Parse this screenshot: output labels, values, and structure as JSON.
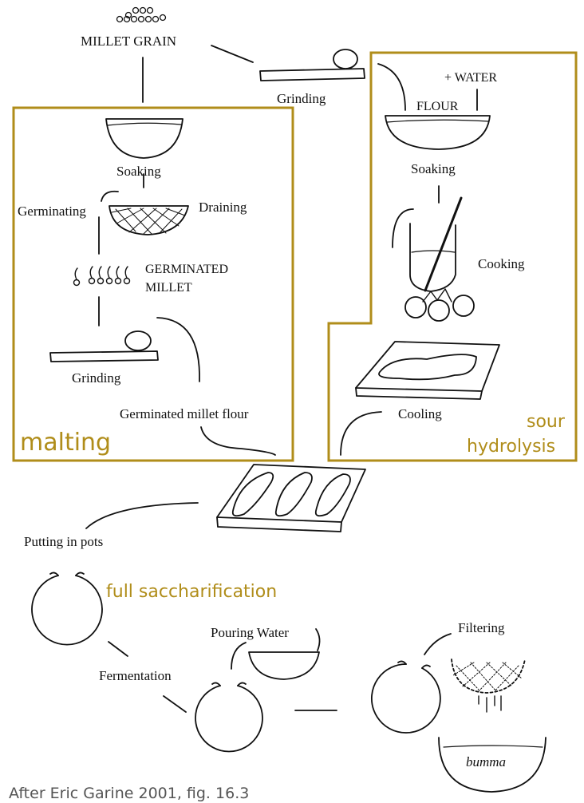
{
  "labels": {
    "millet_grain": "MILLET GRAIN",
    "grinding_top": "Grinding",
    "water": "+ WATER",
    "flour": "FLOUR",
    "soaking_right": "Soaking",
    "cooking": "Cooking",
    "cooling": "Cooling",
    "soaking_left": "Soaking",
    "germinating": "Germinating",
    "draining": "Draining",
    "germinated_millet_1": "GERMINATED",
    "germinated_millet_2": "MILLET",
    "grinding_left": "Grinding",
    "germinated_flour": "Germinated millet flour",
    "putting_in_pots": "Putting in pots",
    "pouring_water": "Pouring Water",
    "filtering": "Filtering",
    "fermentation": "Fermentation",
    "bumma": "bumma"
  },
  "annotations": {
    "malting": "malting",
    "sour_1": "sour",
    "sour_2": "hydrolysis",
    "full_saccharification": "full saccharification"
  },
  "credit": "After Eric Garine 2001, fig. 16.3",
  "colors": {
    "accent": "#b08d1a",
    "line": "#111111",
    "credit": "#555555"
  }
}
